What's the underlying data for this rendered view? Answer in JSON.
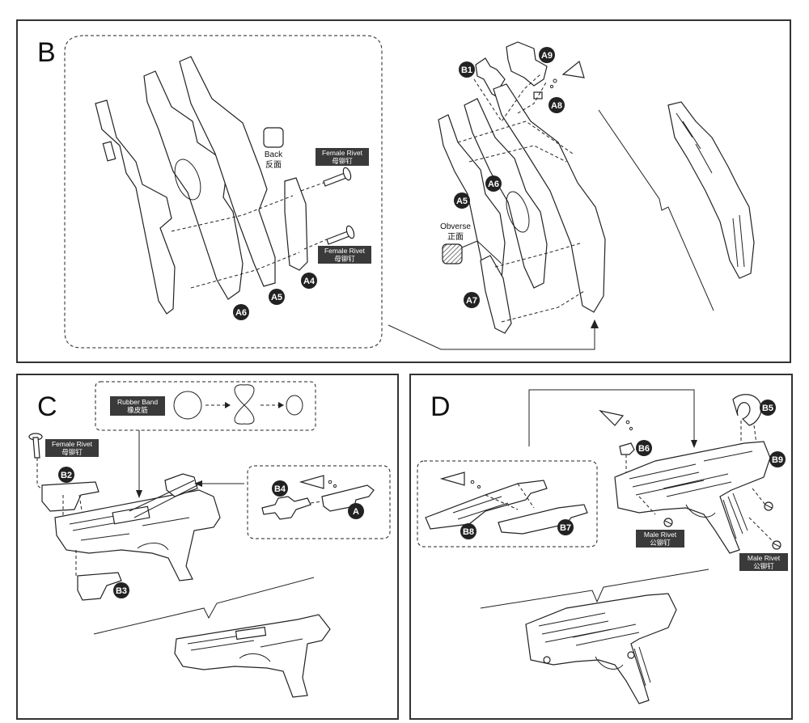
{
  "panels": {
    "b": {
      "letter": "B"
    },
    "c": {
      "letter": "C"
    },
    "d": {
      "letter": "D"
    }
  },
  "labels": {
    "back": "Back",
    "back_cn": "反面",
    "obverse": "Obverse",
    "obverse_cn": "正面",
    "female_rivet": "Female Rivet",
    "female_rivet_cn": "母铆钉",
    "male_rivet": "Male Rivet",
    "male_rivet_cn": "公铆钉",
    "rubber_band": "Rubber Band",
    "rubber_band_cn": "橡皮筋"
  },
  "badges": {
    "A4": "A4",
    "A5": "A5",
    "A6": "A6",
    "A7": "A7",
    "A8": "A8",
    "A9": "A9",
    "A": "A",
    "B1": "B1",
    "B2": "B2",
    "B3": "B3",
    "B4": "B4",
    "B5": "B5",
    "B6": "B6",
    "B7": "B7",
    "B8": "B8",
    "B9": "B9"
  },
  "colors": {
    "ink": "#222222",
    "badge": "#222222",
    "tag": "#3a3a3a"
  }
}
